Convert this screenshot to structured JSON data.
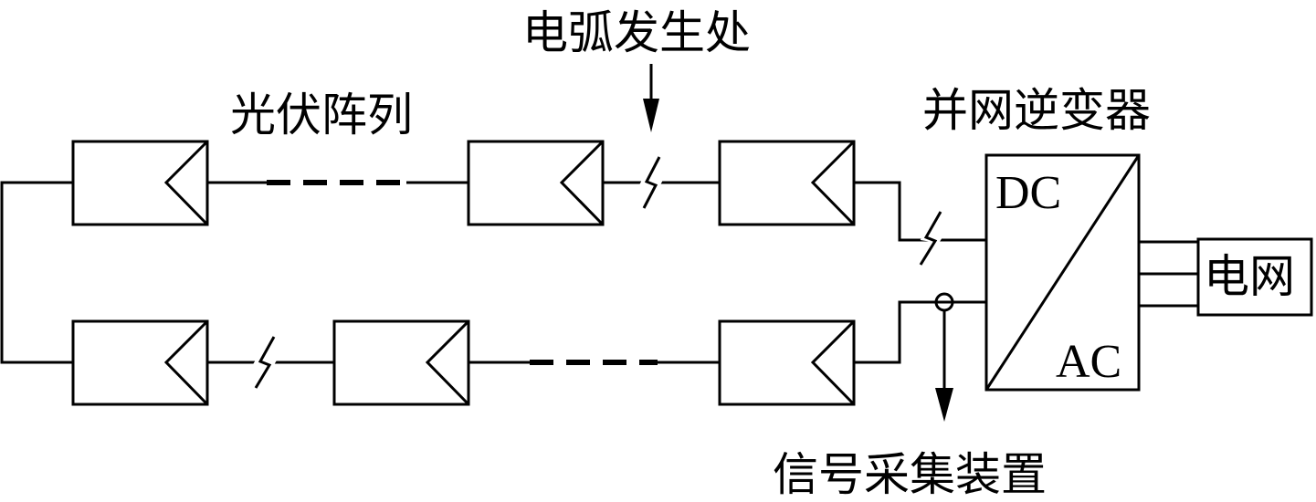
{
  "labels": {
    "pv_array": "光伏阵列",
    "arc_location": "电弧发生处",
    "inverter": "并网逆变器",
    "dc": "DC",
    "ac": "AC",
    "grid": "电网",
    "signal_device": "信号采集装置"
  }
}
